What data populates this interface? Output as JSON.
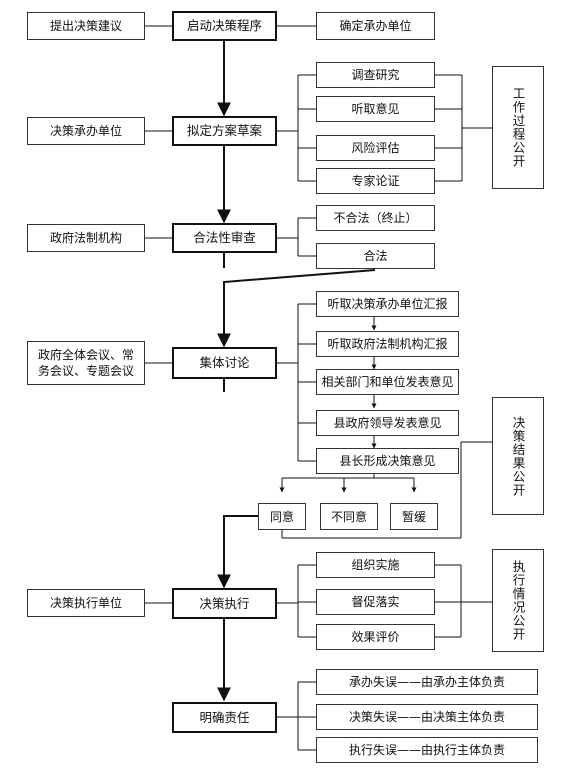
{
  "stages": {
    "start": "启动决策程序",
    "draft": "拟定方案草案",
    "review": "合法性审查",
    "discuss": "集体讨论",
    "execute": "决策执行",
    "accountability": "明确责任"
  },
  "left_boxes": {
    "proposal": "提出决策建议",
    "undertaking_unit": "决策承办单位",
    "legal_org": "政府法制机构",
    "meetings_line1": "政府全体会议、常",
    "meetings_line2": "务会议、专题会议",
    "executing_unit": "决策执行单位"
  },
  "start_right": "确定承办单位",
  "draft_steps": [
    "调查研究",
    "听取意见",
    "风险评估",
    "专家论证"
  ],
  "review_results": [
    "不合法（终止）",
    "合法"
  ],
  "discuss_steps": [
    "听取决策承办单位汇报",
    "听取政府法制机构汇报",
    "相关部门和单位发表意见",
    "县政府领导发表意见",
    "县长形成决策意见"
  ],
  "outcomes": [
    "同意",
    "不同意",
    "暂缓"
  ],
  "execute_steps": [
    "组织实施",
    "督促落实",
    "效果评价"
  ],
  "accountability_items": [
    "承办失误——由承办主体负责",
    "决策失误——由决策主体负责",
    "执行失误——由执行主体负责"
  ],
  "publicity": {
    "process": "工作过程公开",
    "result": "决策结果公开",
    "execution": "执行情况公开"
  }
}
